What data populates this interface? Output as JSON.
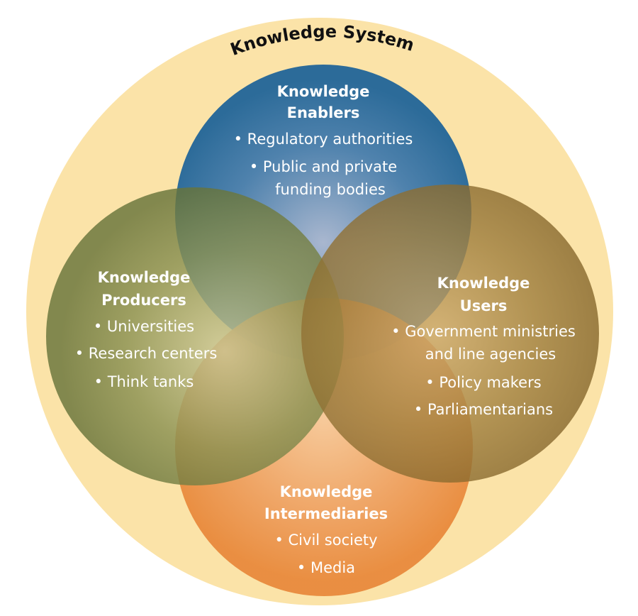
{
  "title": "Knowledge System",
  "colors": {
    "system": "#fbe3a8",
    "enablers": "#2f6e9c",
    "producers": "#6f7a3c",
    "users": "#8b6a2e",
    "intermediaries": "#e8893a"
  },
  "groups": {
    "enablers": {
      "heading": [
        "Knowledge",
        "Enablers"
      ],
      "items": [
        "• Regulatory authorities",
        "• Public and private",
        "funding bodies"
      ]
    },
    "producers": {
      "heading": [
        "Knowledge",
        "Producers"
      ],
      "items": [
        "• Universities",
        "• Research centers",
        "• Think tanks"
      ]
    },
    "users": {
      "heading": [
        "Knowledge",
        "Users"
      ],
      "items": [
        "• Government ministries",
        "and line agencies",
        "• Policy makers",
        "• Parliamentarians"
      ]
    },
    "intermediaries": {
      "heading": [
        "Knowledge",
        "Intermediaries"
      ],
      "items": [
        "• Civil society",
        "• Media"
      ]
    }
  }
}
